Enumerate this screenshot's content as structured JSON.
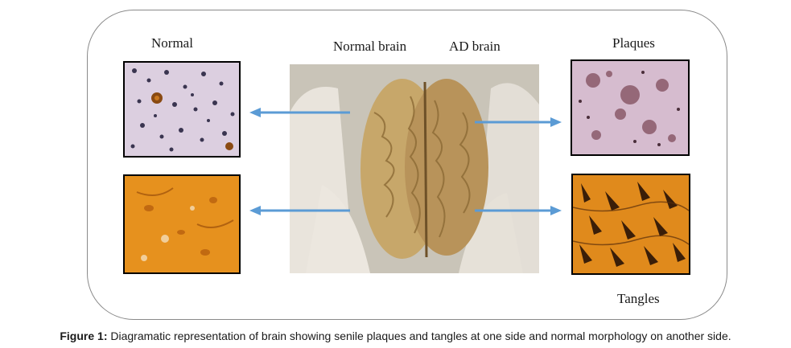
{
  "labels": {
    "normal": "Normal",
    "normal_brain": "Normal brain",
    "ad_brain": "AD brain",
    "plaques": "Plaques",
    "tangles": "Tangles"
  },
  "caption": {
    "prefix": "Figure 1:",
    "text": "Diagramatic representation of brain showing senile plaques and tangles at one side and normal morphology on another side."
  },
  "colors": {
    "arrow": "#5b9bd5",
    "frame": "#8a8a8a",
    "stain_purple": "#d9c2d6",
    "stain_orange": "#e08a1c"
  }
}
